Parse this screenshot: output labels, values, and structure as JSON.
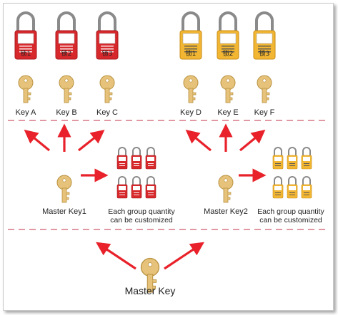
{
  "colors": {
    "red_lock": "#d7282c",
    "yellow_lock": "#f2b633",
    "key_gold": "#e6c27a",
    "arrow": "#e8212a",
    "dash": "#d05a6a"
  },
  "red_group": {
    "locks": [
      {
        "tag": "锁1"
      },
      {
        "tag": "锁2"
      },
      {
        "tag": "锁3"
      }
    ],
    "keys": [
      {
        "label": "Key A"
      },
      {
        "label": "Key B"
      },
      {
        "label": "Key C"
      }
    ]
  },
  "yellow_group": {
    "locks": [
      {
        "tag": "锁1"
      },
      {
        "tag": "锁2"
      },
      {
        "tag": "锁3"
      }
    ],
    "keys": [
      {
        "label": "Key D"
      },
      {
        "label": "Key E"
      },
      {
        "label": "Key F"
      }
    ]
  },
  "master_key1": {
    "label": "Master Key1",
    "group_note_line1": "Each group quantity",
    "group_note_line2": "can be customized"
  },
  "master_key2": {
    "label": "Master Key2",
    "group_note_line1": "Each group quantity",
    "group_note_line2": "can be customized"
  },
  "master_key": {
    "label": "Master Key"
  }
}
